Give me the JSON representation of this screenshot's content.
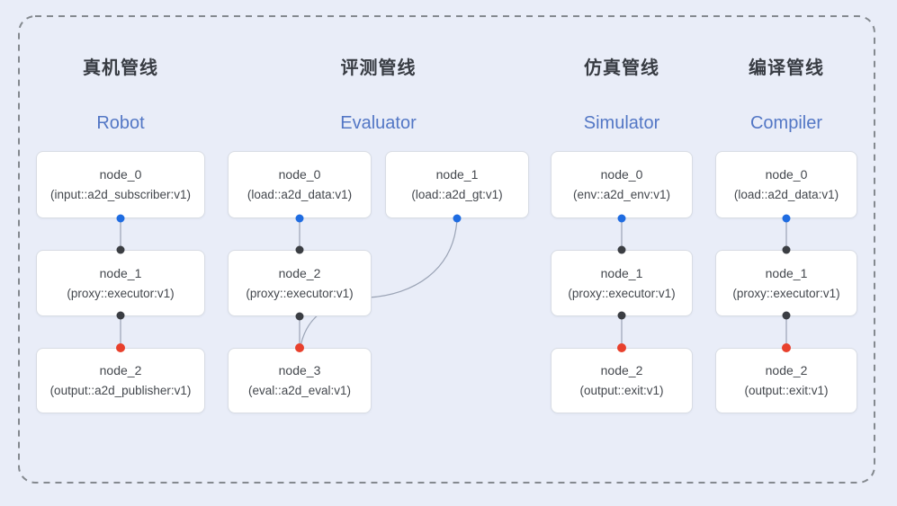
{
  "diagram_title": "",
  "colors": {
    "background": "#e9edf8",
    "box_background": "#ffffff",
    "box_border": "#d8dce4",
    "dashed_border": "#84898f",
    "edge_line": "#9aa3b5",
    "port_source_blue": "#1f6ce1",
    "port_executor_black": "#3b3e43",
    "port_sink_red": "#e8402c",
    "title_zh_color": "#383c43",
    "title_en_color": "#5377c5",
    "node_text_color": "#43474d"
  },
  "pipelines": [
    {
      "title_zh": "真机管线",
      "title_en": "Robot",
      "nodes": [
        {
          "name": "node_0",
          "type": "(input::a2d_subscriber:v1)"
        },
        {
          "name": "node_1",
          "type": "(proxy::executor:v1)"
        },
        {
          "name": "node_2",
          "type": "(output::a2d_publisher:v1)"
        }
      ],
      "edges": [
        {
          "from": "node_0",
          "to": "node_1",
          "from_port": "blue",
          "to_port": "black"
        },
        {
          "from": "node_1",
          "to": "node_2",
          "from_port": "black",
          "to_port": "red"
        }
      ]
    },
    {
      "title_zh": "评测管线",
      "title_en": "Evaluator",
      "nodes": [
        {
          "name": "node_0",
          "type": "(load::a2d_data:v1)"
        },
        {
          "name": "node_1",
          "type": "(load::a2d_gt:v1)"
        },
        {
          "name": "node_2",
          "type": "(proxy::executor:v1)"
        },
        {
          "name": "node_3",
          "type": "(eval::a2d_eval:v1)"
        }
      ],
      "edges": [
        {
          "from": "node_0",
          "to": "node_2",
          "from_port": "blue",
          "to_port": "black"
        },
        {
          "from": "node_1",
          "to": "node_3",
          "from_port": "blue",
          "to_port": "red",
          "shape": "curve"
        },
        {
          "from": "node_2",
          "to": "node_3",
          "from_port": "black",
          "to_port": "red"
        }
      ]
    },
    {
      "title_zh": "仿真管线",
      "title_en": "Simulator",
      "nodes": [
        {
          "name": "node_0",
          "type": "(env::a2d_env:v1)"
        },
        {
          "name": "node_1",
          "type": "(proxy::executor:v1)"
        },
        {
          "name": "node_2",
          "type": "(output::exit:v1)"
        }
      ],
      "edges": [
        {
          "from": "node_0",
          "to": "node_1",
          "from_port": "blue",
          "to_port": "black"
        },
        {
          "from": "node_1",
          "to": "node_2",
          "from_port": "black",
          "to_port": "red"
        }
      ]
    },
    {
      "title_zh": "编译管线",
      "title_en": "Compiler",
      "nodes": [
        {
          "name": "node_0",
          "type": "(load::a2d_data:v1)"
        },
        {
          "name": "node_1",
          "type": "(proxy::executor:v1)"
        },
        {
          "name": "node_2",
          "type": "(output::exit:v1)"
        }
      ],
      "edges": [
        {
          "from": "node_0",
          "to": "node_1",
          "from_port": "blue",
          "to_port": "black"
        },
        {
          "from": "node_1",
          "to": "node_2",
          "from_port": "black",
          "to_port": "red"
        }
      ]
    }
  ]
}
